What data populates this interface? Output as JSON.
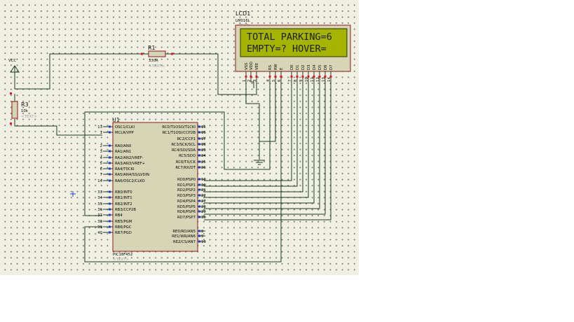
{
  "lcd": {
    "ref": "LCD1",
    "part": "LM016L",
    "text_placeholder": "<TEXT>",
    "line1": "TOTAL PARKING=6",
    "line2": "EMPTY=? HOVER=",
    "pin_names": [
      "VSS",
      "VDD",
      "VEE",
      "RS",
      "RW",
      "E",
      "D0",
      "D1",
      "D2",
      "D3",
      "D4",
      "D5",
      "D6",
      "D7"
    ],
    "pin_numbers": [
      "1",
      "2",
      "3",
      "4",
      "5",
      "6",
      "7",
      "8",
      "9",
      "10",
      "11",
      "12",
      "13",
      "14"
    ]
  },
  "r1": {
    "ref": "R1",
    "value": "330R",
    "text_placeholder": "<TEXT>"
  },
  "r3": {
    "ref": "R3",
    "value": "10k",
    "text_placeholder": "<TEXT>"
  },
  "vcc": {
    "label": "VCC"
  },
  "mcu": {
    "ref": "U1",
    "part": "PIC18F452",
    "text_placeholder": "<TEXT>",
    "left_pins": [
      {
        "num": "13",
        "name": "OSC1/CLKI"
      },
      {
        "num": "1",
        "name": "MCLR/VPP"
      },
      {
        "num": "2",
        "name": "RA0/AN0"
      },
      {
        "num": "3",
        "name": "RA1/AN1"
      },
      {
        "num": "4",
        "name": "RA2/AN2/VREF-"
      },
      {
        "num": "5",
        "name": "RA3/AN3/VREF+"
      },
      {
        "num": "6",
        "name": "RA4/T0CKI"
      },
      {
        "num": "7",
        "name": "RA5/AN4/SS/LVDIN"
      },
      {
        "num": "14",
        "name": "RA6/OSC2/CLKO"
      },
      {
        "num": "33",
        "name": "RB0/INT0"
      },
      {
        "num": "34",
        "name": "RB1/INT1"
      },
      {
        "num": "35",
        "name": "RB2/INT2"
      },
      {
        "num": "36",
        "name": "RB3/CCP2B"
      },
      {
        "num": "37",
        "name": "RB4"
      },
      {
        "num": "38",
        "name": "RB5/PGM"
      },
      {
        "num": "39",
        "name": "RB6/PGC"
      },
      {
        "num": "40",
        "name": "RB7/PGD"
      }
    ],
    "right_pins": [
      {
        "num": "15",
        "name": "RC0/T1OSO/T1CKI"
      },
      {
        "num": "16",
        "name": "RC1/T1OSI/CCP2B"
      },
      {
        "num": "17",
        "name": "RC2/CCP1"
      },
      {
        "num": "18",
        "name": "RC3/SCK/SCL"
      },
      {
        "num": "23",
        "name": "RC4/SDI/SDA"
      },
      {
        "num": "24",
        "name": "RC5/SDO"
      },
      {
        "num": "25",
        "name": "RC6/TX/CK"
      },
      {
        "num": "26",
        "name": "RC7/RX/DT"
      },
      {
        "num": "19",
        "name": "RD0/PSP0"
      },
      {
        "num": "20",
        "name": "RD1/PSP1"
      },
      {
        "num": "21",
        "name": "RD2/PSP2"
      },
      {
        "num": "22",
        "name": "RD3/PSP3"
      },
      {
        "num": "27",
        "name": "RD4/PSP4"
      },
      {
        "num": "28",
        "name": "RD5/PSP5"
      },
      {
        "num": "29",
        "name": "RD6/PSP6"
      },
      {
        "num": "30",
        "name": "RD7/PSP7"
      },
      {
        "num": "8",
        "name": "RE0/RD/AN5"
      },
      {
        "num": "9",
        "name": "RE1/WR/AN6"
      },
      {
        "num": "10",
        "name": "RE2/CS/AN7"
      }
    ]
  },
  "colors": {
    "canvas": "#f0f0e2",
    "grid_dot": "#6f6f6f",
    "wire": "#1f3a1f",
    "component_fill": "#d6d6b6",
    "component_border": "#8b1a1a",
    "lcd_screen": "#a4b400",
    "pin_marker": "#ee1122"
  }
}
